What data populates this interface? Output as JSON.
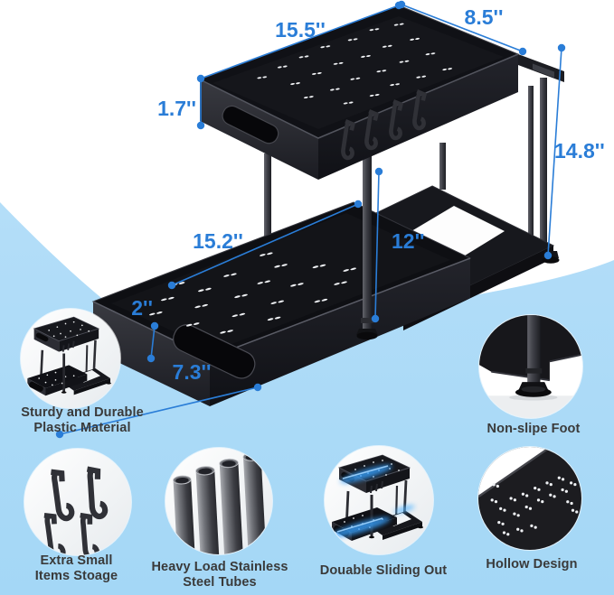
{
  "colors": {
    "accent_blue": "#2a7dd7",
    "background_blue": "#aed9f6",
    "background_white": "#ffffff",
    "product_black": "#121318",
    "label_text": "#3a3a3a"
  },
  "dimensions": {
    "top_tier_length": "15.5''",
    "top_tier_width": "8.5''",
    "top_tier_height": "1.7''",
    "total_height": "14.8''",
    "bottom_tier_length": "15.2''",
    "tier_spacing": "12''",
    "bottom_tier_height": "2''",
    "bottom_tier_width": "7.3''"
  },
  "callouts": [
    {
      "label": "Sturdy and Durable\nPlastic Material",
      "icon": "two-tier-organizer"
    },
    {
      "label": "Non-slipe Foot",
      "icon": "non-slip-foot-closeup"
    },
    {
      "label": "Extra Small\nItems Stoage",
      "icon": "hanging-hooks"
    },
    {
      "label": "Heavy Load Stainless\nSteel Tubes",
      "icon": "steel-tubes"
    },
    {
      "label": "Douable Sliding Out",
      "icon": "sliding-organizer-glow"
    },
    {
      "label": "Hollow Design",
      "icon": "perforated-panel-closeup"
    }
  ]
}
